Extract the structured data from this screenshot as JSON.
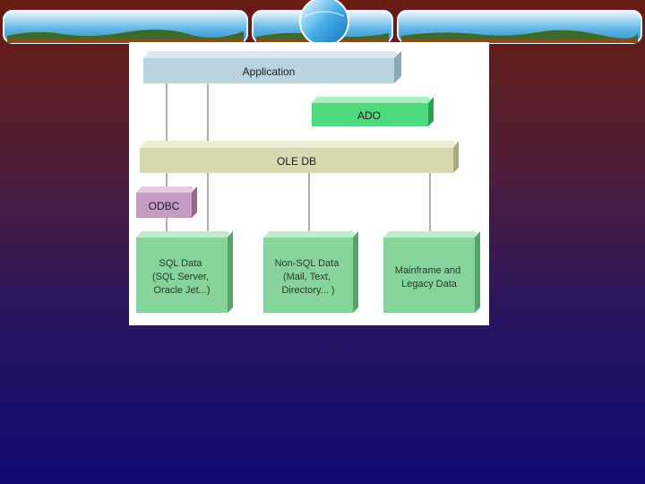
{
  "diagram": {
    "application_label": "Application",
    "ado_label": "ADO",
    "oledb_label": "OLE DB",
    "odbc_label": "ODBC",
    "sql_data_lines": [
      "SQL Data",
      "(SQL Server,",
      "Oracle Jet...)"
    ],
    "nonsql_data_lines": [
      "Non-SQL Data",
      "(Mail, Text,",
      "Directory... )"
    ],
    "mainframe_lines": [
      "Mainframe and",
      "Legacy Data"
    ]
  },
  "colors": {
    "application": "#b9d3df",
    "ado": "#4ddb7e",
    "oledb": "#d7dab0",
    "odbc": "#c59ac3",
    "datastore": "#86d39c",
    "connector": "#777777"
  }
}
